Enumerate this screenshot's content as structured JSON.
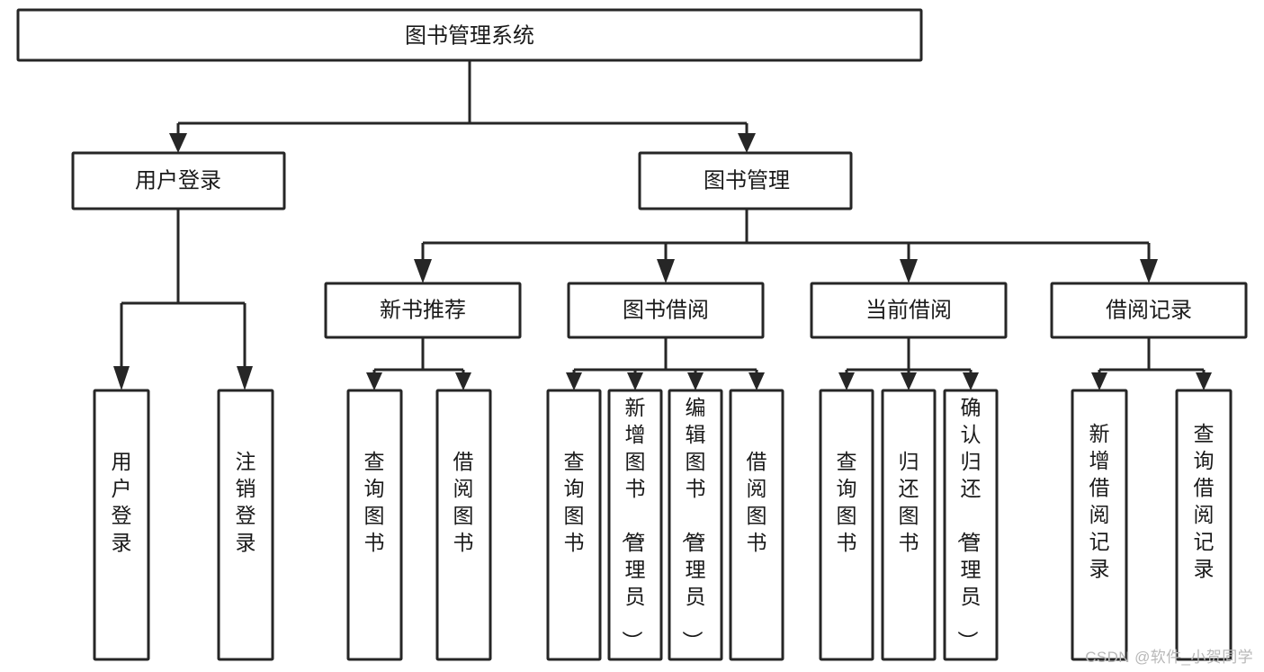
{
  "diagram": {
    "type": "tree-hierarchy",
    "title": "图书管理系统",
    "watermark": "CSDN @软件_小贺同学",
    "colors": {
      "box_fill": "#ffffff",
      "box_stroke": "#262626",
      "connector": "#262626",
      "text": "#1a1a1a",
      "watermark": "#b8b8b8",
      "background": "#ffffff"
    },
    "levels": [
      {
        "level": 1,
        "nodes": [
          {
            "id": "root",
            "label": "图书管理系统",
            "orientation": "horizontal"
          }
        ]
      },
      {
        "level": 2,
        "nodes": [
          {
            "id": "user-login",
            "label": "用户登录",
            "orientation": "horizontal",
            "parent": "root"
          },
          {
            "id": "book-manage",
            "label": "图书管理",
            "orientation": "horizontal",
            "parent": "root"
          }
        ]
      },
      {
        "level": 3,
        "nodes": [
          {
            "id": "new-book-rec",
            "label": "新书推荐",
            "orientation": "horizontal",
            "parent": "book-manage"
          },
          {
            "id": "book-borrow",
            "label": "图书借阅",
            "orientation": "horizontal",
            "parent": "book-manage"
          },
          {
            "id": "current-borrow",
            "label": "当前借阅",
            "orientation": "horizontal",
            "parent": "book-manage"
          },
          {
            "id": "borrow-record",
            "label": "借阅记录",
            "orientation": "horizontal",
            "parent": "book-manage"
          }
        ]
      },
      {
        "level": 4,
        "nodes": [
          {
            "id": "leaf-user-login",
            "label": "用户登录",
            "orientation": "vertical",
            "parent": "user-login"
          },
          {
            "id": "leaf-logout",
            "label": "注销登录",
            "orientation": "vertical",
            "parent": "user-login"
          },
          {
            "id": "leaf-query-book-1",
            "label": "查询图书",
            "orientation": "vertical",
            "parent": "new-book-rec"
          },
          {
            "id": "leaf-borrow-book-1",
            "label": "借阅图书",
            "orientation": "vertical",
            "parent": "new-book-rec"
          },
          {
            "id": "leaf-query-book-2",
            "label": "查询图书",
            "orientation": "vertical",
            "parent": "book-borrow"
          },
          {
            "id": "leaf-add-book",
            "label": "新增图书（管理员）",
            "orientation": "vertical",
            "parent": "book-borrow"
          },
          {
            "id": "leaf-edit-book",
            "label": "编辑图书（管理员）",
            "orientation": "vertical",
            "parent": "book-borrow"
          },
          {
            "id": "leaf-borrow-book-2",
            "label": "借阅图书",
            "orientation": "vertical",
            "parent": "book-borrow"
          },
          {
            "id": "leaf-query-book-3",
            "label": "查询图书",
            "orientation": "vertical",
            "parent": "current-borrow"
          },
          {
            "id": "leaf-return-book",
            "label": "归还图书",
            "orientation": "vertical",
            "parent": "current-borrow"
          },
          {
            "id": "leaf-confirm-return",
            "label": "确认归还（管理员）",
            "orientation": "vertical",
            "parent": "current-borrow"
          },
          {
            "id": "leaf-add-record",
            "label": "新增借阅记录",
            "orientation": "vertical",
            "parent": "borrow-record"
          },
          {
            "id": "leaf-query-record",
            "label": "查询借阅记录",
            "orientation": "vertical",
            "parent": "borrow-record"
          }
        ]
      }
    ]
  }
}
